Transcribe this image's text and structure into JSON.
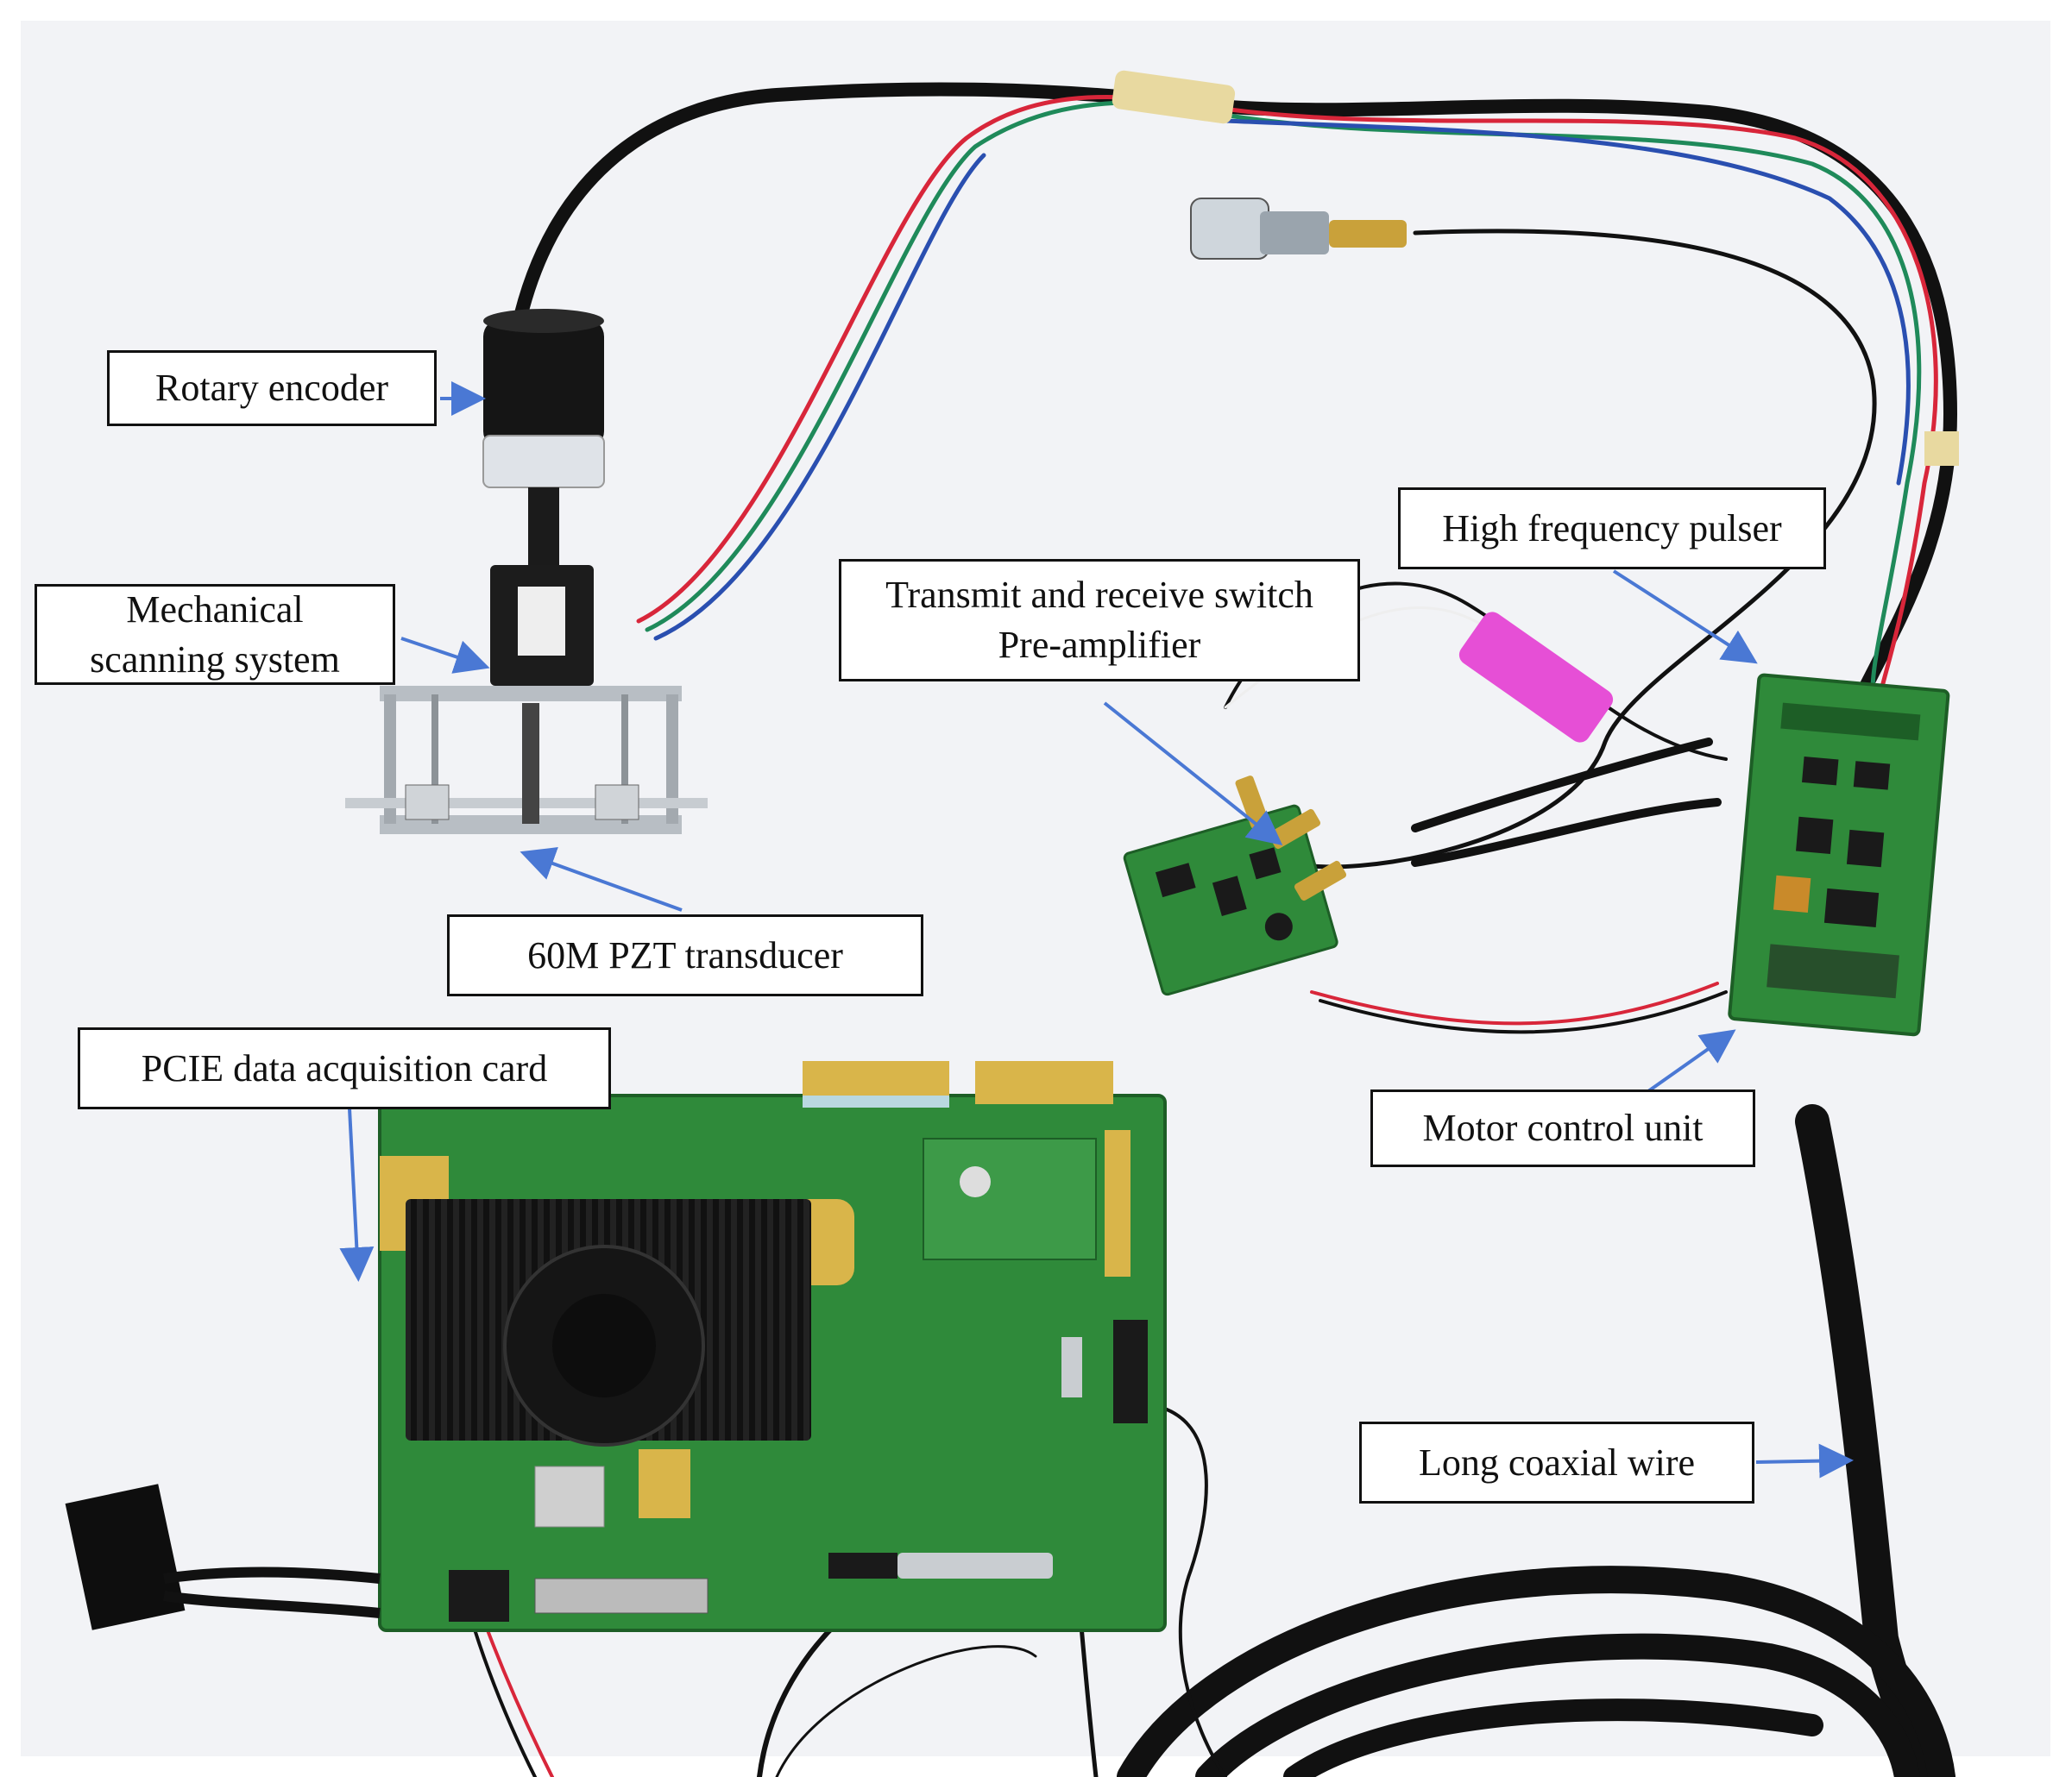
{
  "labels": {
    "rotary_encoder": "Rotary encoder",
    "mechanical_line1": "Mechanical",
    "mechanical_line2": "scanning system",
    "transducer": "60M PZT transducer",
    "trx_line1": "Transmit and receive switch",
    "trx_line2": "Pre-amplifier",
    "pulser": "High frequency pulser",
    "daq": "PCIE data acquisition card",
    "motor": "Motor control unit",
    "coax": "Long coaxial wire"
  },
  "colors": {
    "background": "#f4f5f7",
    "pcb_green": "#2f8a3a",
    "heatsink": "#1c1c1c",
    "cable_black": "#111111",
    "arrow_blue": "#4a78d4",
    "wire_red": "#d8263a",
    "wire_green": "#1f8a5a",
    "wire_blue": "#2a4fb0",
    "tape_pink": "#e64fd6"
  }
}
